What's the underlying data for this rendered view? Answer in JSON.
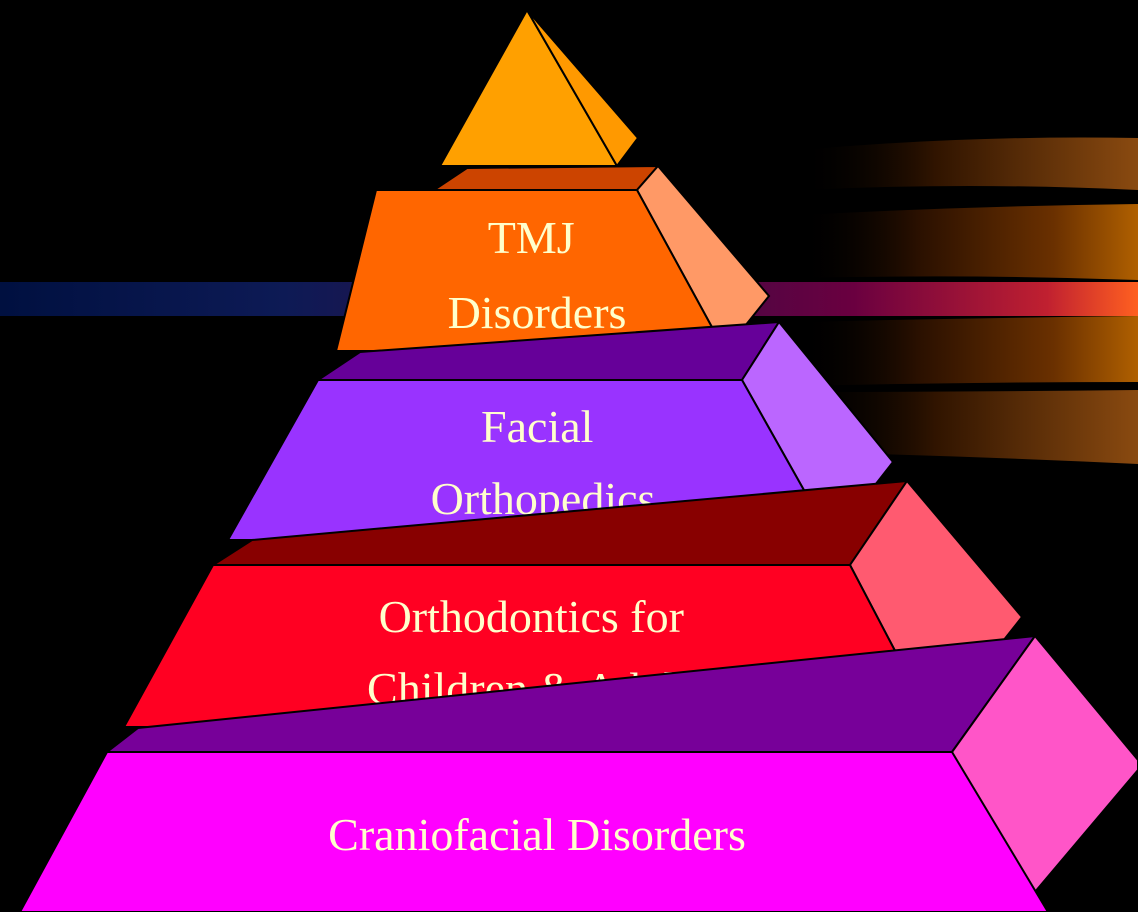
{
  "slide": {
    "background": "#000000",
    "label_color": "#ffffcc"
  },
  "pyramid": {
    "apex": {
      "name": "apex",
      "front_color": "#ffa000",
      "side_color": "#ff9900",
      "lines": []
    },
    "tiers": [
      {
        "name": "tmj-disorders",
        "front_color": "#ff6600",
        "top_color": "#cc4400",
        "side_color": "#ff9966",
        "lines": [
          "TMJ",
          "Disorders"
        ]
      },
      {
        "name": "facial-orthopedics",
        "front_color": "#9933ff",
        "top_color": "#660099",
        "side_color": "#bb66ff",
        "lines": [
          "Facial",
          "Orthopedics"
        ]
      },
      {
        "name": "orthodontics",
        "front_color": "#ff0022",
        "top_color": "#880000",
        "side_color": "#ff5a70",
        "lines": [
          "Orthodontics for",
          "Children & Adults"
        ]
      },
      {
        "name": "craniofacial-disorders",
        "front_color": "#ff00ff",
        "top_color": "#770099",
        "side_color": "#ff55c8",
        "lines": [
          "Craniofacial Disorders"
        ]
      }
    ]
  }
}
